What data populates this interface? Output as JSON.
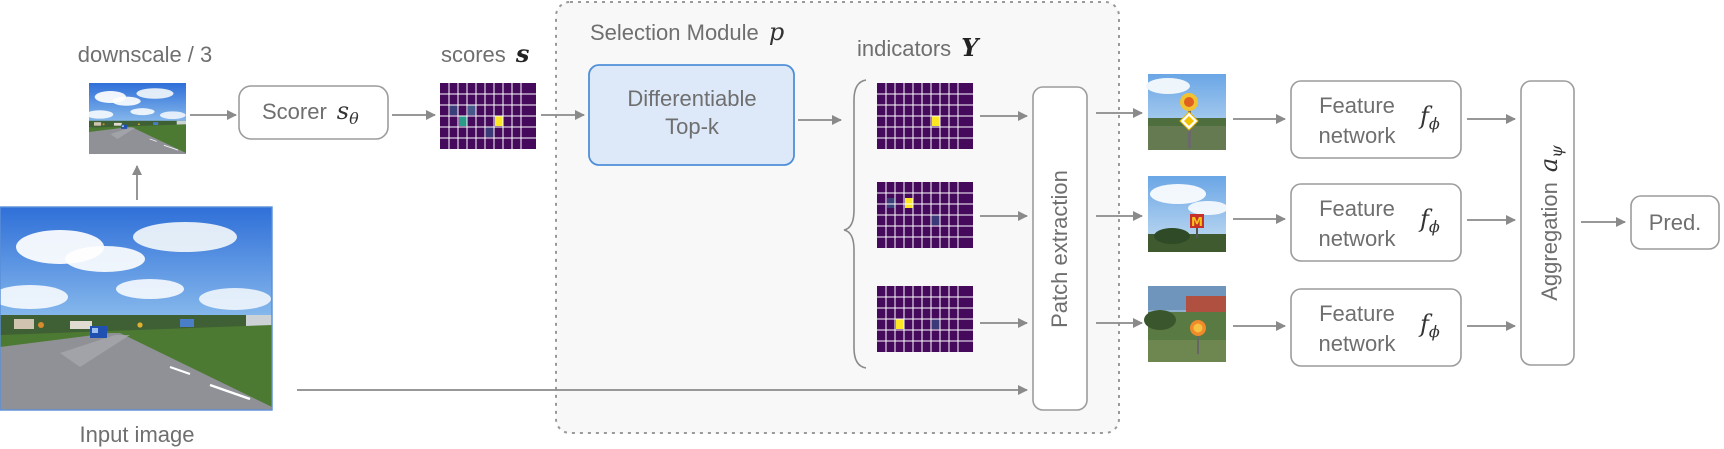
{
  "input_image": {
    "label": "Input image"
  },
  "downscale": {
    "label": "downscale / 3"
  },
  "scorer": {
    "label": "Scorer",
    "symbol": "s",
    "subscript": "θ"
  },
  "scores": {
    "label": "scores",
    "symbol": "s"
  },
  "selection_module": {
    "label": "Selection Module",
    "symbol": "p"
  },
  "topk": {
    "line1": "Differentiable",
    "line2": "Top-k"
  },
  "indicators": {
    "label": "indicators",
    "symbol": "Y"
  },
  "patch_extraction": {
    "label": "Patch extraction"
  },
  "feature_networks": [
    {
      "line1": "Feature",
      "line2": "network",
      "symbol": "f",
      "subscript": "ϕ"
    },
    {
      "line1": "Feature",
      "line2": "network",
      "symbol": "f",
      "subscript": "ϕ"
    },
    {
      "line1": "Feature",
      "line2": "network",
      "symbol": "f",
      "subscript": "ϕ"
    }
  ],
  "aggregation": {
    "label": "Aggregation",
    "symbol": "a",
    "subscript": "ψ"
  },
  "prediction": {
    "label": "Pred."
  },
  "colors": {
    "heatmap_background": "#450a5c",
    "heatmap_high": "#fde725",
    "heatmap_mid": "#2a9a8a",
    "heatmap_low": "#46598a",
    "topk_fill": "#dde9f8",
    "topk_stroke": "#4f8fd8",
    "module_fill": "#f8f8f8"
  },
  "icons": {
    "input": "road-scene-photo",
    "thumbnail": "road-scene-thumbnail",
    "patch_1": "speed-limit-sign-patch",
    "patch_2": "fast-food-sign-patch",
    "patch_3": "speed-limit-sign-patch"
  }
}
